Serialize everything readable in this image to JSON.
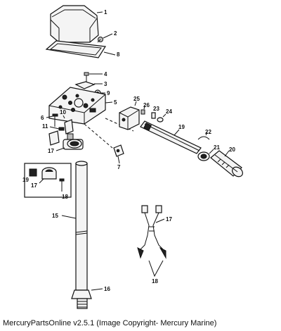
{
  "callouts": {
    "c1": "1",
    "c2": "2",
    "c3": "3",
    "c4": "4",
    "c5": "5",
    "c6": "6",
    "c7": "7",
    "c8": "8",
    "c9": "9",
    "c10": "10",
    "c11": "11",
    "c15": "15",
    "c16": "16",
    "c17a": "17",
    "c17b": "17",
    "c17c": "17",
    "c18a": "18",
    "c18b": "18",
    "c19a": "19",
    "c19b": "19",
    "c20": "20",
    "c21": "21",
    "c22": "22",
    "c23": "23",
    "c24": "24",
    "c25": "25",
    "c26": "26"
  },
  "footer": {
    "text": "MercuryPartsOnline v2.5.1 (Image Copyright- Mercury Marine)"
  }
}
